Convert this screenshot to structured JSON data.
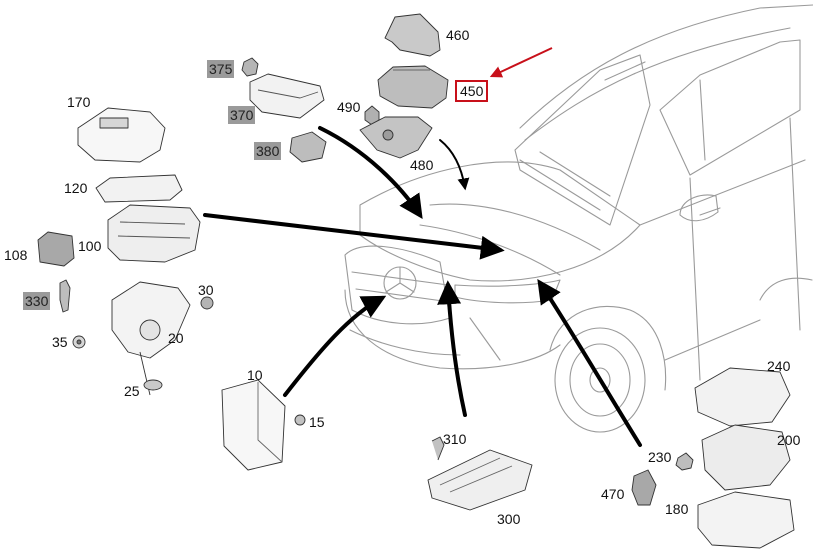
{
  "diagram": {
    "highlight_color": "#c8101a",
    "marker_color": "#9a9a9a",
    "callouts": [
      {
        "id": "c460",
        "text": "460",
        "style": "plain"
      },
      {
        "id": "c450",
        "text": "450",
        "style": "boxed"
      },
      {
        "id": "c490",
        "text": "490",
        "style": "plain"
      },
      {
        "id": "c480",
        "text": "480",
        "style": "plain"
      },
      {
        "id": "c375",
        "text": "375",
        "style": "gray"
      },
      {
        "id": "c370",
        "text": "370",
        "style": "gray"
      },
      {
        "id": "c380",
        "text": "380",
        "style": "gray"
      },
      {
        "id": "c170",
        "text": "170",
        "style": "plain"
      },
      {
        "id": "c120",
        "text": "120",
        "style": "plain"
      },
      {
        "id": "c100",
        "text": "100",
        "style": "plain"
      },
      {
        "id": "c108",
        "text": "108",
        "style": "plain"
      },
      {
        "id": "c330",
        "text": "330",
        "style": "gray"
      },
      {
        "id": "c30",
        "text": "30",
        "style": "plain"
      },
      {
        "id": "c35",
        "text": "35",
        "style": "plain"
      },
      {
        "id": "c20",
        "text": "20",
        "style": "plain"
      },
      {
        "id": "c25",
        "text": "25",
        "style": "plain"
      },
      {
        "id": "c10",
        "text": "10",
        "style": "plain"
      },
      {
        "id": "c15",
        "text": "15",
        "style": "plain"
      },
      {
        "id": "c310",
        "text": "310",
        "style": "plain"
      },
      {
        "id": "c300",
        "text": "300",
        "style": "plain"
      },
      {
        "id": "c230",
        "text": "230",
        "style": "plain"
      },
      {
        "id": "c470",
        "text": "470",
        "style": "plain"
      },
      {
        "id": "c240",
        "text": "240",
        "style": "plain"
      },
      {
        "id": "c200",
        "text": "200",
        "style": "plain"
      },
      {
        "id": "c180",
        "text": "180",
        "style": "plain"
      }
    ]
  }
}
